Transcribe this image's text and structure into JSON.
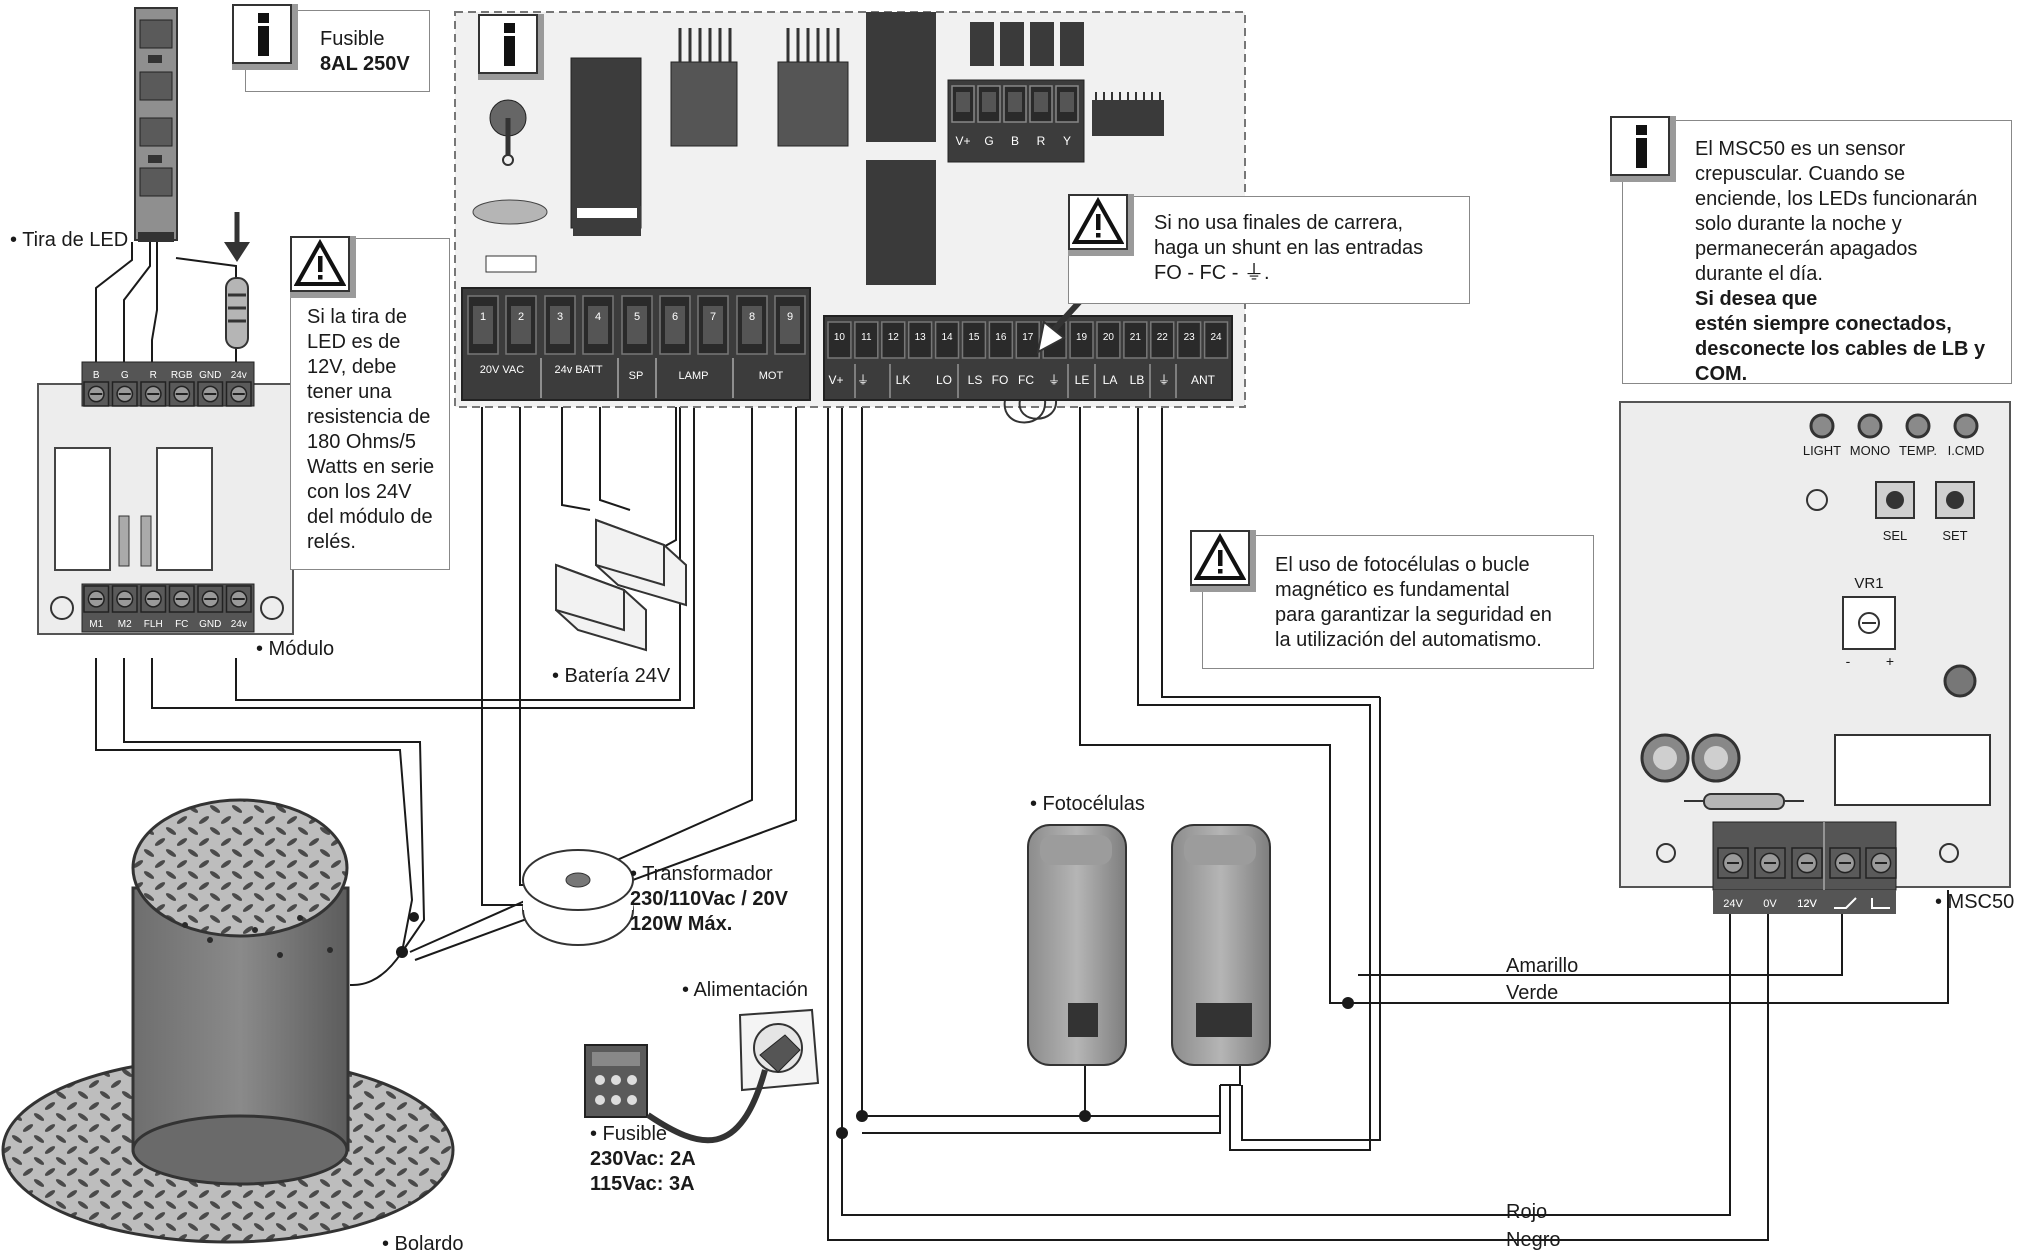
{
  "labels": {
    "tira_led": "• Tira de LED",
    "modulo": "• Módulo",
    "bateria": "• Batería 24V",
    "transformador_t": "• Transformador",
    "transformador_v": "230/110Vac / 20V",
    "transformador_w": "120W Máx.",
    "alimentacion": "• Alimentación",
    "fusible_t": "• Fusible",
    "fusible_a": "230Vac: 2A",
    "fusible_b": "115Vac: 3A",
    "bolardo": "• Bolardo",
    "fotocelulas": "• Fotocélulas",
    "msc50": "• MSC50",
    "amarillo": "Amarillo",
    "verde": "Verde",
    "rojo": "Rojo",
    "negro": "Negro"
  },
  "notes": {
    "fusible_board_1": "Fusible",
    "fusible_board_2": "8AL 250V",
    "led_warning": [
      "Si la tira de",
      "LED es de",
      "12V, debe",
      "tener una",
      "resistencia de",
      "180 Ohms/5",
      "Watts en serie",
      "con los 24V",
      "del módulo de",
      "relés."
    ],
    "shunt_warning": [
      "Si no usa finales de carrera,",
      "haga un shunt en las entradas",
      "FO - FC - ⏚."
    ],
    "safety_warning": [
      "El uso de fotocélulas o bucle",
      "magnético es fundamental",
      "para garantizar la seguridad en",
      "la utilización del automatismo."
    ],
    "msc50_info": [
      "El MSC50 es un sensor",
      "crepuscular. Cuando se",
      "enciende, los LEDs funcionarán",
      "solo durante la noche y",
      "permanecerán apagados",
      "durante el día."
    ],
    "msc50_info_bold": [
      "Si desea que",
      "estén siempre conectados,",
      "desconecte los cables de LB y",
      "COM."
    ]
  },
  "board": {
    "rgb_terminals": [
      "V+",
      "G",
      "B",
      "R",
      "Y"
    ],
    "left_numbers": [
      "1",
      "2",
      "3",
      "4",
      "5",
      "6",
      "7",
      "8",
      "9"
    ],
    "left_groups": [
      "20V VAC",
      "24v BATT",
      "SP",
      "LAMP",
      "MOT"
    ],
    "right_numbers": [
      "10",
      "11",
      "12",
      "13",
      "14",
      "15",
      "16",
      "17",
      "18",
      "19",
      "20",
      "21",
      "22",
      "23",
      "24"
    ],
    "right_labels": [
      "V+",
      "⏚",
      "LK",
      "LO",
      "LS",
      "FO",
      "FC",
      "⏚",
      "LE",
      "LA",
      "LB",
      "⏚",
      "ANT"
    ]
  },
  "relay_module": {
    "top_terminals": [
      "B",
      "G",
      "R",
      "RGB",
      "GND",
      "24v"
    ],
    "bottom_terminals": [
      "M1",
      "M2",
      "FLH",
      "FC",
      "GND",
      "24v"
    ]
  },
  "msc50_panel": {
    "leds": [
      "LIGHT",
      "MONO",
      "TEMP.",
      "I.CMD"
    ],
    "buttons": [
      "SEL",
      "SET"
    ],
    "pot": "VR1",
    "pot_minus": "-",
    "pot_plus": "+",
    "terminals": [
      "24V",
      "0V",
      "12V"
    ]
  },
  "colors": {
    "line": "#1a1a1a",
    "board_fill": "#f1f1f1",
    "terminal_dark": "#3c3c3c",
    "panel_fill": "#ededed",
    "note_shadow": "#9a9a9a"
  }
}
